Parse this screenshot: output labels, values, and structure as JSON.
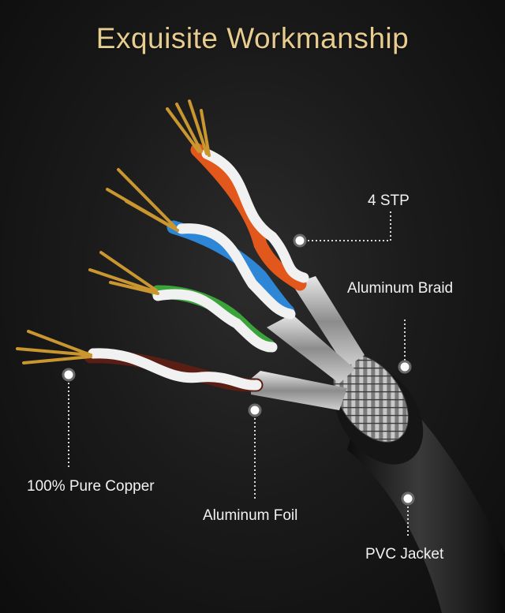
{
  "title": "Exquisite Workmanship",
  "callouts": {
    "stp": "4 STP",
    "braid": "Aluminum Braid",
    "copper": "100% Pure Copper",
    "foil": "Aluminum Foil",
    "pvc": "PVC Jacket"
  },
  "colors": {
    "title": "#e6cc8e",
    "jacket": "#1c1c1c",
    "copper": "#c9962f",
    "pair_orange": "#e2571c",
    "pair_blue": "#2e86d6",
    "pair_green": "#3aa43a",
    "pair_brown": "#5a1e14"
  }
}
